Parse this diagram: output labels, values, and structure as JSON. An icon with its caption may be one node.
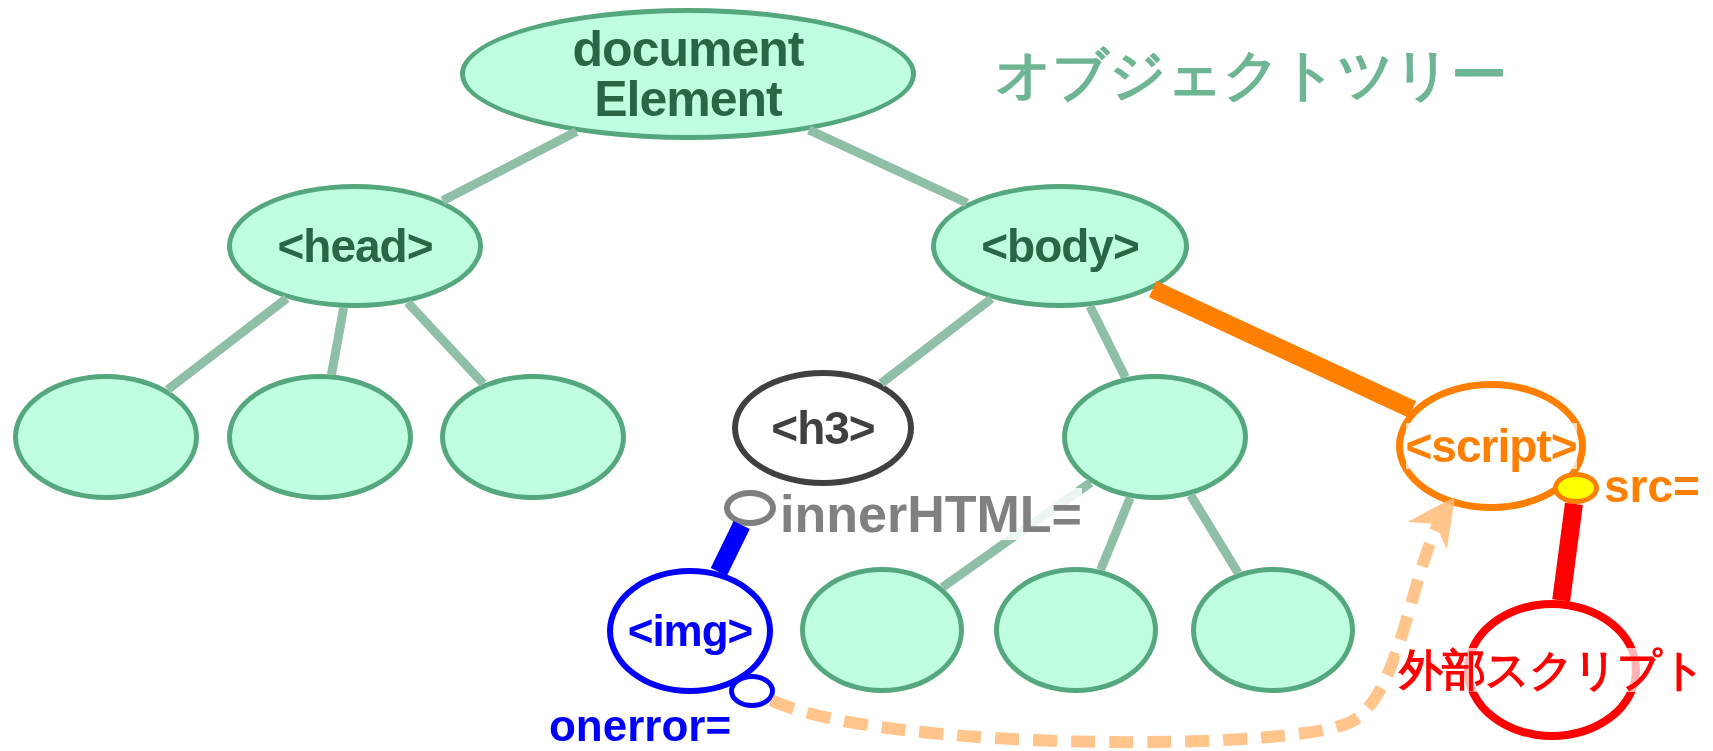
{
  "diagram": {
    "nodes": [
      {
        "text": [
          "document Element"
        ]
      },
      {
        "text": [
          "<head>"
        ]
      },
      {
        "text": [
          "<body>"
        ]
      },
      {
        "text": [],
        "shape": "circle"
      },
      {
        "text": [],
        "shape": "circle"
      },
      {
        "text": [],
        "shape": "circle"
      },
      {
        "text": [
          "<h3>"
        ]
      },
      {
        "text": [],
        "shape": "circle",
        "beside": [
          "innerHTML="
        ]
      },
      {
        "text": [],
        "shape": "circle"
      },
      {
        "text": [
          "<script>"
        ]
      },
      {
        "text": [],
        "shape": "circle",
        "beside": [
          "src="
        ]
      },
      {
        "text": [
          "<img>"
        ]
      },
      {
        "text": [],
        "shape": "circle",
        "beside": [
          "onerror="
        ]
      },
      {
        "text": [],
        "shape": "circle"
      },
      {
        "text": [],
        "shape": "circle"
      },
      {
        "text": [],
        "shape": "circle"
      },
      {
        "text": [
          "外部スクリプト"
        ]
      }
    ],
    "edges": [
      {
        "from": 0,
        "to": 1,
        "arrow": "none"
      },
      {
        "from": 0,
        "to": 2,
        "arrow": "none"
      },
      {
        "from": 1,
        "to": 3,
        "arrow": "none"
      },
      {
        "from": 1,
        "to": 4,
        "arrow": "none"
      },
      {
        "from": 1,
        "to": 5,
        "arrow": "none"
      },
      {
        "from": 2,
        "to": 6,
        "arrow": "none"
      },
      {
        "from": 2,
        "to": 8,
        "arrow": "none"
      },
      {
        "from": 2,
        "to": 9,
        "arrow": "none",
        "style": "thick",
        "color": "#ff8000"
      },
      {
        "from": 8,
        "to": 13,
        "arrow": "none"
      },
      {
        "from": 8,
        "to": 14,
        "arrow": "none"
      },
      {
        "from": 8,
        "to": 15,
        "arrow": "none"
      },
      {
        "from": 7,
        "to": 11,
        "arrow": "none",
        "style": "thick",
        "color": "#0000ff"
      },
      {
        "from": 12,
        "to": 9,
        "arrow": "to",
        "style": "dashed",
        "color": "#ffbb77"
      },
      {
        "from": 10,
        "to": 16,
        "arrow": "none",
        "style": "thick",
        "color": "#ff0000"
      }
    ],
    "labels": [
      "オブジェクトツリー"
    ]
  }
}
